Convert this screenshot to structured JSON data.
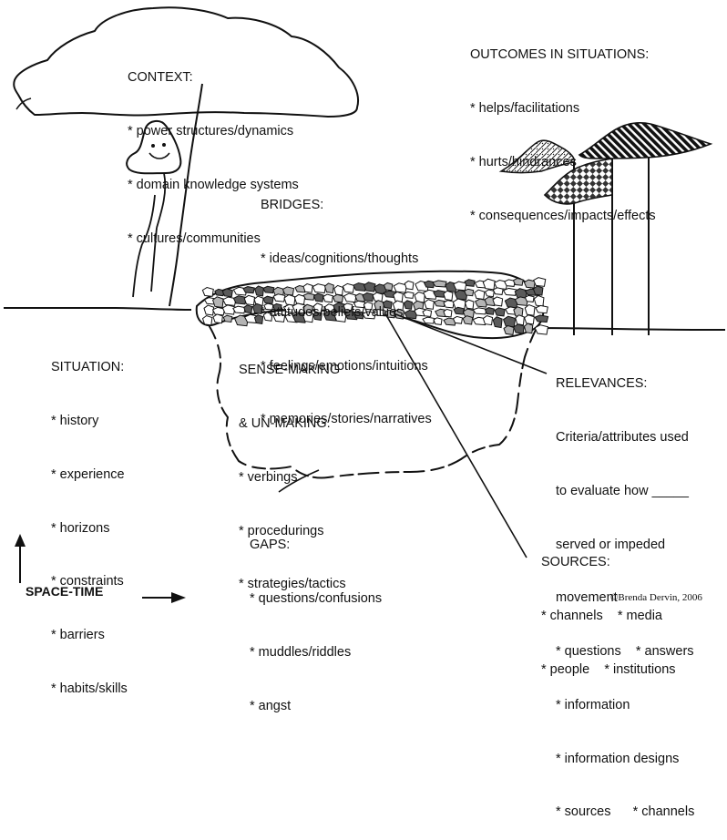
{
  "context": {
    "title": "CONTEXT:",
    "items": [
      "* power structures/dynamics",
      "* domain knowledge systems",
      "* cultures/communities"
    ]
  },
  "outcomes": {
    "title": "OUTCOMES IN SITUATIONS:",
    "items": [
      "* helps/facilitations",
      "* hurts/hindrances",
      "* consequences/impacts/effects"
    ]
  },
  "bridges": {
    "title": "BRIDGES:",
    "items": [
      "* ideas/cognitions/thoughts",
      "* attitudes/beliefs/values",
      "* feelings/emotions/intuitions",
      "* memories/stories/narratives"
    ]
  },
  "situation": {
    "title": "SITUATION:",
    "items": [
      "* history",
      "* experience",
      "* horizons",
      "* constraints",
      "* barriers",
      "* habits/skills"
    ]
  },
  "sense_making": {
    "title_lines": [
      "SENSE-MAKING",
      "& UN-MAKING:"
    ],
    "items": [
      "* verbings",
      "* procedurings",
      "* strategies/tactics"
    ]
  },
  "relevances": {
    "title": "RELEVANCES:",
    "lines": [
      "Criteria/attributes used",
      "to evaluate how _____",
      "served or impeded",
      "movement",
      "* questions    * answers",
      "* information",
      "* information designs",
      "* sources      * channels"
    ]
  },
  "gaps": {
    "title": "GAPS:",
    "items": [
      "* questions/confusions",
      "* muddles/riddles",
      "* angst"
    ]
  },
  "sources": {
    "title": "SOURCES:",
    "lines": [
      "* channels    * media",
      "* people    * institutions"
    ]
  },
  "axis_label": "SPACE-TIME",
  "copyright": "©Brenda Dervin, 2006",
  "colors": {
    "ink": "#111111",
    "paper": "#ffffff",
    "stone_dark": "#5a5a5a",
    "stone_mid": "#b4b4b4"
  }
}
